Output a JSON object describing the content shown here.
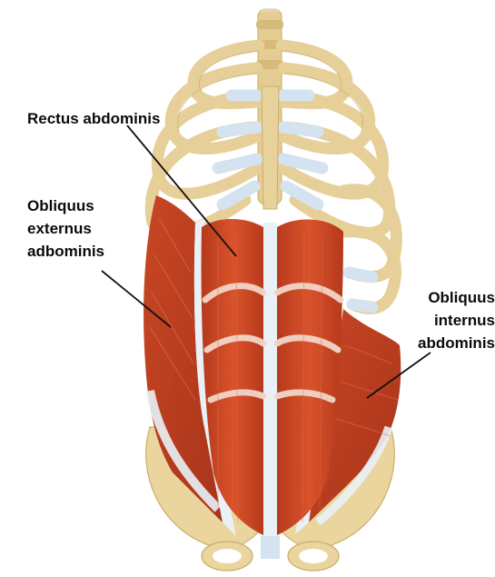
{
  "labels": {
    "rectus": {
      "lines": [
        "Rectus abdominis"
      ]
    },
    "externus": {
      "lines": [
        "Obliquus",
        "externus",
        "adbominis"
      ]
    },
    "internus": {
      "lines": [
        "Obliquus",
        "internus",
        "abdominis"
      ]
    }
  },
  "colors": {
    "bone": "#e8d29c",
    "bone_outline": "#c9ad6a",
    "cartilage": "#d4e3ef",
    "muscle": "#cd4a26",
    "muscle_dark": "#b03a1c",
    "tendon": "#e9f1f7",
    "leader": "#111111"
  }
}
